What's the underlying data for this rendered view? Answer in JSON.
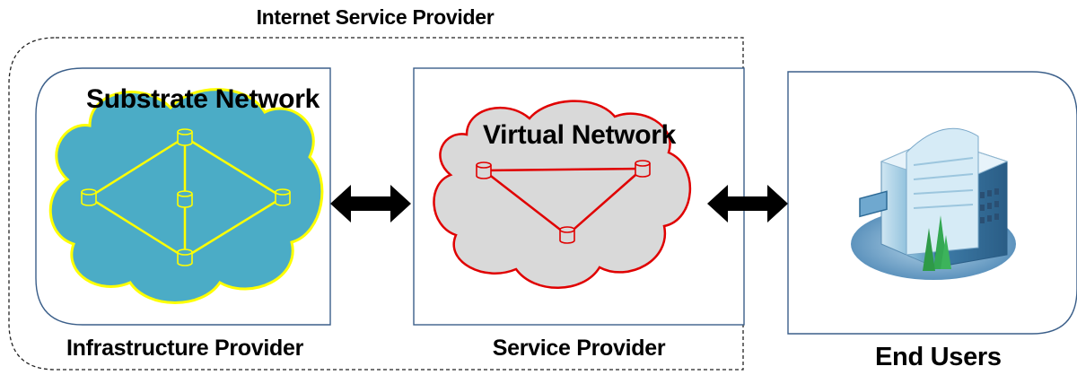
{
  "diagram": {
    "isp_title": "Internet Service Provider",
    "infrastructure_label": "Infrastructure Provider",
    "service_provider_label": "Service Provider",
    "end_users_label": "End Users",
    "substrate_title": "Substrate Network",
    "virtual_title": "Virtual Network",
    "colors": {
      "substrate_cloud_fill": "#4bacc6",
      "substrate_cloud_edge": "#ffff00",
      "substrate_links": "#ffff00",
      "virtual_cloud_fill": "#d9d9d9",
      "virtual_cloud_edge": "#e00000",
      "virtual_links": "#e00000",
      "box_border": "#3b5f8a",
      "arrow": "#000000"
    },
    "icons": [
      "database-icon",
      "double-arrow-icon",
      "office-building-icon"
    ]
  }
}
